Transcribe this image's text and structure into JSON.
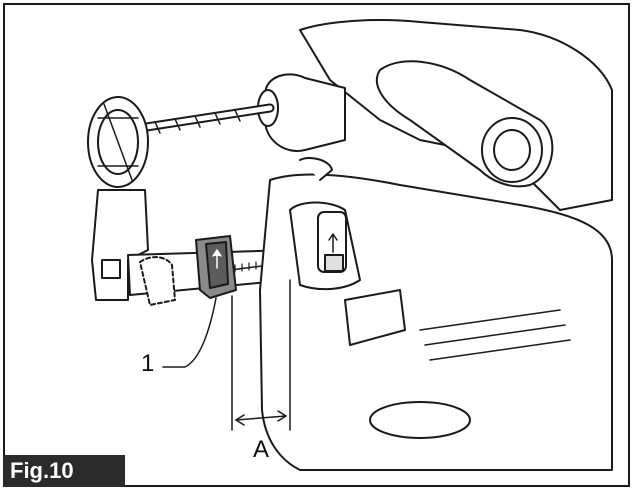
{
  "figure": {
    "label": "Fig.10"
  },
  "callouts": {
    "part_number": "1",
    "dimension": "A"
  }
}
